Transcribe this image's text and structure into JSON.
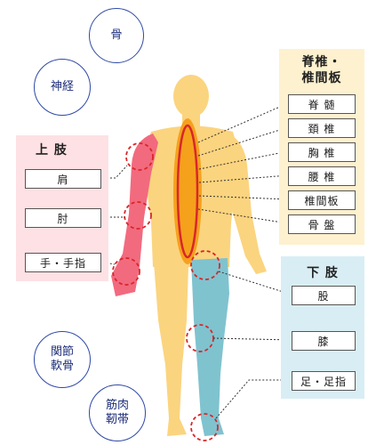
{
  "circles": {
    "bone": "骨",
    "nerve": "神経",
    "joint": "関節\n軟骨",
    "muscle": "筋肉\n靭帯"
  },
  "upper_limb": {
    "title": "上 肢",
    "items": [
      "肩",
      "肘",
      "手・手指"
    ]
  },
  "spine": {
    "title": "脊椎・\n椎間板",
    "items": [
      "脊 髄",
      "頚 椎",
      "胸 椎",
      "腰 椎",
      "椎間板",
      "骨 盤"
    ]
  },
  "lower_limb": {
    "title": "下 肢",
    "items": [
      "股",
      "膝",
      "足・足指"
    ]
  },
  "colors": {
    "body": "#fbd47f",
    "arm": "#f26a7e",
    "leg": "#7fc3cf",
    "spine": "#f5a11c",
    "marker": "#d9262a",
    "circle_border": "#2f4aa6"
  }
}
